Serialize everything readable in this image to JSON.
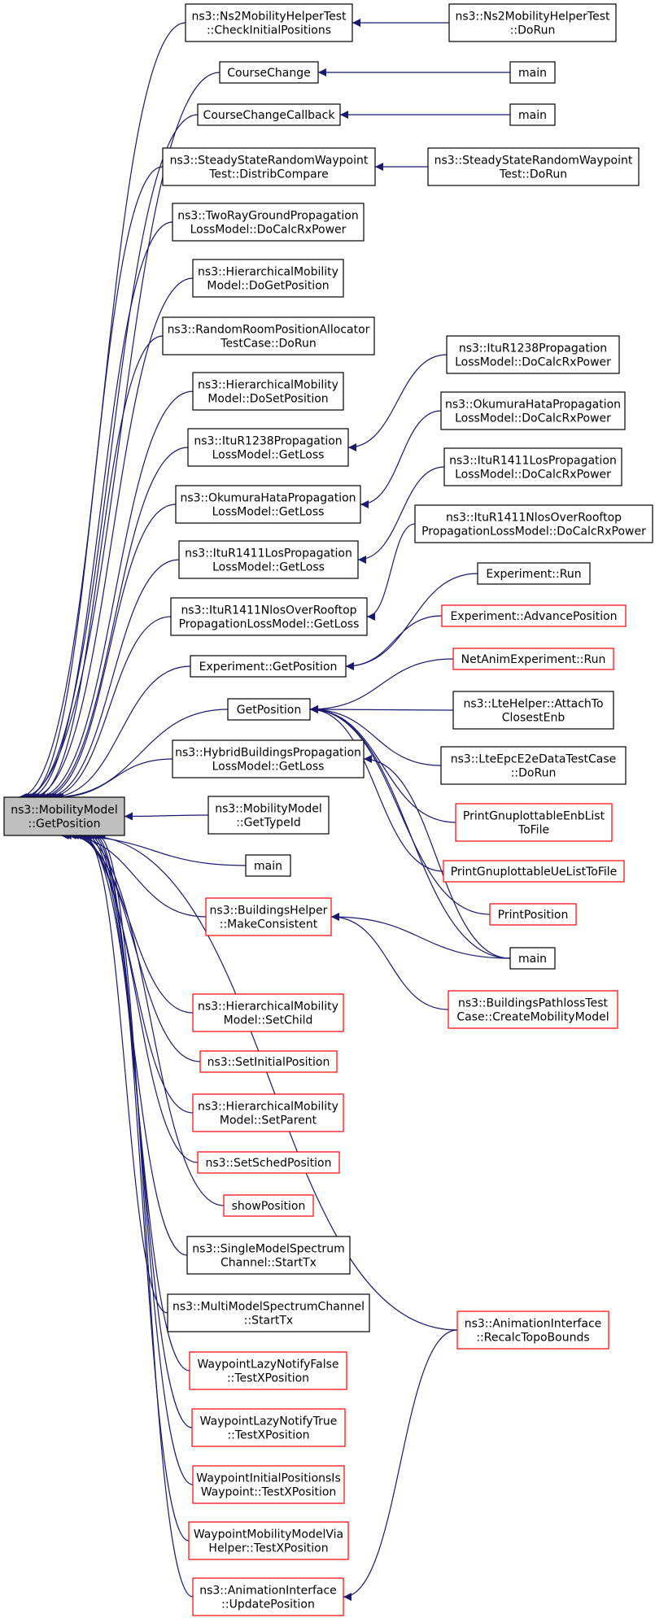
{
  "colors": {
    "edge": "#191970",
    "border_normal": "#000000",
    "border_truncated": "#ff0000",
    "focus_fill": "#bfbfbf"
  },
  "nodes": {
    "n0": {
      "lines": [
        "ns3::MobilityModel",
        "::GetPosition"
      ],
      "style": "focus"
    },
    "n1": {
      "lines": [
        "ns3::Ns2MobilityHelperTest",
        "::CheckInitialPositions"
      ],
      "style": "black"
    },
    "n2": {
      "lines": [
        "ns3::Ns2MobilityHelperTest",
        "::DoRun"
      ],
      "style": "black"
    },
    "n3": {
      "lines": [
        "CourseChange"
      ],
      "style": "black"
    },
    "n4": {
      "lines": [
        "main"
      ],
      "style": "black"
    },
    "n5": {
      "lines": [
        "CourseChangeCallback"
      ],
      "style": "black"
    },
    "n6": {
      "lines": [
        "main"
      ],
      "style": "black"
    },
    "n7": {
      "lines": [
        "ns3::SteadyStateRandomWaypoint",
        "Test::DistribCompare"
      ],
      "style": "black"
    },
    "n8": {
      "lines": [
        "ns3::SteadyStateRandomWaypoint",
        "Test::DoRun"
      ],
      "style": "black"
    },
    "n9": {
      "lines": [
        "ns3::TwoRayGroundPropagation",
        "LossModel::DoCalcRxPower"
      ],
      "style": "black"
    },
    "n10": {
      "lines": [
        "ns3::HierarchicalMobility",
        "Model::DoGetPosition"
      ],
      "style": "black"
    },
    "n11": {
      "lines": [
        "ns3::RandomRoomPositionAllocator",
        "TestCase::DoRun"
      ],
      "style": "black"
    },
    "n12": {
      "lines": [
        "ns3::HierarchicalMobility",
        "Model::DoSetPosition"
      ],
      "style": "black"
    },
    "n13": {
      "lines": [
        "ns3::ItuR1238Propagation",
        "LossModel::GetLoss"
      ],
      "style": "black"
    },
    "n14": {
      "lines": [
        "ns3::ItuR1238Propagation",
        "LossModel::DoCalcRxPower"
      ],
      "style": "black"
    },
    "n15": {
      "lines": [
        "ns3::OkumuraHataPropagation",
        "LossModel::GetLoss"
      ],
      "style": "black"
    },
    "n16": {
      "lines": [
        "ns3::OkumuraHataPropagation",
        "LossModel::DoCalcRxPower"
      ],
      "style": "black"
    },
    "n17": {
      "lines": [
        "ns3::ItuR1411LosPropagation",
        "LossModel::GetLoss"
      ],
      "style": "black"
    },
    "n18": {
      "lines": [
        "ns3::ItuR1411LosPropagation",
        "LossModel::DoCalcRxPower"
      ],
      "style": "black"
    },
    "n19": {
      "lines": [
        "ns3::ItuR1411NlosOverRooftop",
        "PropagationLossModel::GetLoss"
      ],
      "style": "black"
    },
    "n20": {
      "lines": [
        "ns3::ItuR1411NlosOverRooftop",
        "PropagationLossModel::DoCalcRxPower"
      ],
      "style": "black"
    },
    "n21": {
      "lines": [
        "Experiment::GetPosition"
      ],
      "style": "black"
    },
    "n22": {
      "lines": [
        "Experiment::Run"
      ],
      "style": "black"
    },
    "n23": {
      "lines": [
        "Experiment::AdvancePosition"
      ],
      "style": "red"
    },
    "n24": {
      "lines": [
        "GetPosition"
      ],
      "style": "black"
    },
    "n25": {
      "lines": [
        "NetAnimExperiment::Run"
      ],
      "style": "red"
    },
    "n26": {
      "lines": [
        "ns3::LteHelper::AttachTo",
        "ClosestEnb"
      ],
      "style": "black"
    },
    "n27": {
      "lines": [
        "ns3::LteEpcE2eDataTestCase",
        "::DoRun"
      ],
      "style": "black"
    },
    "n28": {
      "lines": [
        "PrintGnuplottableEnbList",
        "ToFile"
      ],
      "style": "red"
    },
    "n29": {
      "lines": [
        "PrintGnuplottableUeListToFile"
      ],
      "style": "red"
    },
    "n30": {
      "lines": [
        "PrintPosition"
      ],
      "style": "red"
    },
    "n31": {
      "lines": [
        "main"
      ],
      "style": "black"
    },
    "n32": {
      "lines": [
        "ns3::HybridBuildingsPropagation",
        "LossModel::GetLoss"
      ],
      "style": "black"
    },
    "n33": {
      "lines": [
        "ns3::MobilityModel",
        "::GetTypeId"
      ],
      "style": "black"
    },
    "n34": {
      "lines": [
        "main"
      ],
      "style": "black"
    },
    "n35": {
      "lines": [
        "ns3::BuildingsHelper",
        "::MakeConsistent"
      ],
      "style": "red"
    },
    "n36": {
      "lines": [
        "ns3::BuildingsPathlossTest",
        "Case::CreateMobilityModel"
      ],
      "style": "red"
    },
    "n37": {
      "lines": [
        "ns3::HierarchicalMobility",
        "Model::SetChild"
      ],
      "style": "red"
    },
    "n38": {
      "lines": [
        "ns3::SetInitialPosition"
      ],
      "style": "red"
    },
    "n39": {
      "lines": [
        "ns3::HierarchicalMobility",
        "Model::SetParent"
      ],
      "style": "red"
    },
    "n40": {
      "lines": [
        "ns3::SetSchedPosition"
      ],
      "style": "red"
    },
    "n41": {
      "lines": [
        "showPosition"
      ],
      "style": "red"
    },
    "n42": {
      "lines": [
        "ns3::SingleModelSpectrum",
        "Channel::StartTx"
      ],
      "style": "black"
    },
    "n43": {
      "lines": [
        "ns3::MultiModelSpectrumChannel",
        "::StartTx"
      ],
      "style": "black"
    },
    "n44": {
      "lines": [
        "ns3::AnimationInterface",
        "::RecalcTopoBounds"
      ],
      "style": "red"
    },
    "n45": {
      "lines": [
        "WaypointLazyNotifyFalse",
        "::TestXPosition"
      ],
      "style": "red"
    },
    "n46": {
      "lines": [
        "WaypointLazyNotifyTrue",
        "::TestXPosition"
      ],
      "style": "red"
    },
    "n47": {
      "lines": [
        "WaypointInitialPositionsIs",
        "Waypoint::TestXPosition"
      ],
      "style": "red"
    },
    "n48": {
      "lines": [
        "WaypointMobilityModelVia",
        "Helper::TestXPosition"
      ],
      "style": "red"
    },
    "n49": {
      "lines": [
        "ns3::AnimationInterface",
        "::UpdatePosition"
      ],
      "style": "red"
    }
  },
  "edges": [
    [
      "n1",
      "n0"
    ],
    [
      "n3",
      "n0"
    ],
    [
      "n5",
      "n0"
    ],
    [
      "n7",
      "n0"
    ],
    [
      "n9",
      "n0"
    ],
    [
      "n10",
      "n0"
    ],
    [
      "n11",
      "n0"
    ],
    [
      "n12",
      "n0"
    ],
    [
      "n13",
      "n0"
    ],
    [
      "n15",
      "n0"
    ],
    [
      "n17",
      "n0"
    ],
    [
      "n19",
      "n0"
    ],
    [
      "n21",
      "n0"
    ],
    [
      "n24",
      "n0"
    ],
    [
      "n32",
      "n0"
    ],
    [
      "n33",
      "n0"
    ],
    [
      "n34",
      "n0"
    ],
    [
      "n35",
      "n0"
    ],
    [
      "n37",
      "n0"
    ],
    [
      "n38",
      "n0"
    ],
    [
      "n39",
      "n0"
    ],
    [
      "n40",
      "n0"
    ],
    [
      "n41",
      "n0"
    ],
    [
      "n42",
      "n0"
    ],
    [
      "n43",
      "n0"
    ],
    [
      "n44",
      "n0"
    ],
    [
      "n45",
      "n0"
    ],
    [
      "n46",
      "n0"
    ],
    [
      "n47",
      "n0"
    ],
    [
      "n48",
      "n0"
    ],
    [
      "n49",
      "n0"
    ],
    [
      "n2",
      "n1"
    ],
    [
      "n4",
      "n3"
    ],
    [
      "n6",
      "n5"
    ],
    [
      "n8",
      "n7"
    ],
    [
      "n14",
      "n13"
    ],
    [
      "n16",
      "n15"
    ],
    [
      "n18",
      "n17"
    ],
    [
      "n20",
      "n19"
    ],
    [
      "n22",
      "n21"
    ],
    [
      "n23",
      "n21"
    ],
    [
      "n25",
      "n24"
    ],
    [
      "n26",
      "n24"
    ],
    [
      "n27",
      "n24"
    ],
    [
      "n28",
      "n24"
    ],
    [
      "n29",
      "n24"
    ],
    [
      "n30",
      "n24"
    ],
    [
      "n31",
      "n24"
    ],
    [
      "n31",
      "n32"
    ],
    [
      "n31",
      "n35"
    ],
    [
      "n36",
      "n35"
    ],
    [
      "n44",
      "n49"
    ]
  ]
}
